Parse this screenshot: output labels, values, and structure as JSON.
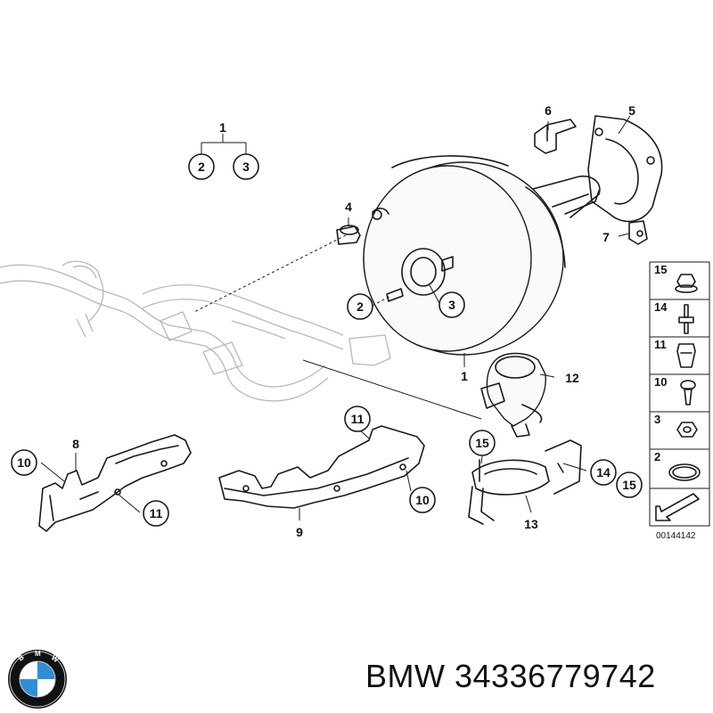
{
  "diagram": {
    "callouts": [
      {
        "id": "c1",
        "label": "1"
      },
      {
        "id": "c2a",
        "label": "2"
      },
      {
        "id": "c3a",
        "label": "3"
      },
      {
        "id": "c4",
        "label": "4"
      },
      {
        "id": "c2b",
        "label": "2"
      },
      {
        "id": "c3b",
        "label": "3"
      },
      {
        "id": "c1b",
        "label": "1"
      },
      {
        "id": "c6",
        "label": "6"
      },
      {
        "id": "c5",
        "label": "5"
      },
      {
        "id": "c7",
        "label": "7"
      },
      {
        "id": "c12",
        "label": "12"
      },
      {
        "id": "c11a",
        "label": "11"
      },
      {
        "id": "c8",
        "label": "8"
      },
      {
        "id": "c10a",
        "label": "10"
      },
      {
        "id": "c11b",
        "label": "11"
      },
      {
        "id": "c9",
        "label": "9"
      },
      {
        "id": "c10b",
        "label": "10"
      },
      {
        "id": "c15a",
        "label": "15"
      },
      {
        "id": "c14",
        "label": "14"
      },
      {
        "id": "c15b",
        "label": "15"
      },
      {
        "id": "c13",
        "label": "13"
      }
    ],
    "legend": [
      "15",
      "14",
      "11",
      "10",
      "3",
      "2"
    ],
    "reference_number": "00144142"
  },
  "caption": {
    "brand": "BMW",
    "part_number": "34336779742"
  },
  "logo": {
    "letters": "BMW",
    "colors": {
      "blue": "#2f8fd6",
      "white": "#ffffff",
      "ring": "#111111"
    }
  }
}
